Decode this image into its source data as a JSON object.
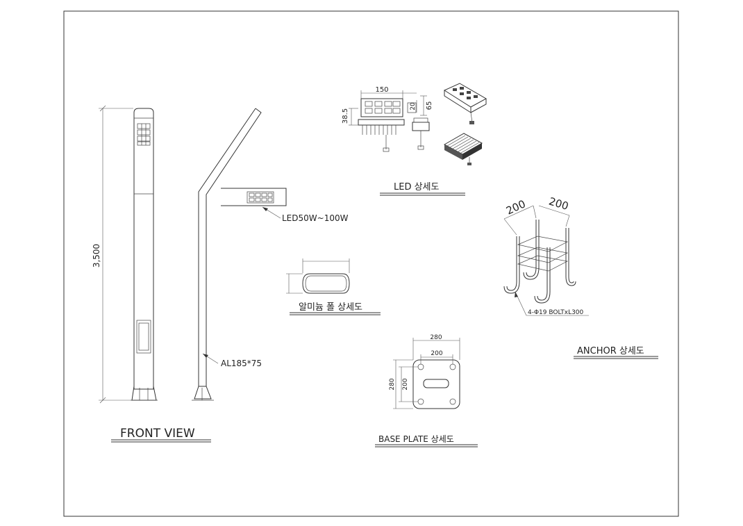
{
  "titles": {
    "front_view": "FRONT VIEW",
    "led_detail": "LED 상세도",
    "aluminum_pole_detail": "알미늄 폴 상세도",
    "base_plate_detail": "BASE PLATE  상세도",
    "anchor_detail": "ANCHOR 상세도"
  },
  "pole": {
    "height_dim": "3,500",
    "led_label": "LED50W~100W",
    "profile_label": "AL185*75"
  },
  "led": {
    "dim_width": "150",
    "dim_small": "20",
    "dim_height": "38.5",
    "dim_side": "65"
  },
  "base_plate": {
    "outer_width": "280",
    "inner_width": "200",
    "outer_height": "280",
    "inner_height": "200"
  },
  "anchor": {
    "dim_left": "200",
    "dim_right": "200",
    "bolt_label": "4-Φ19 BOLTxL300"
  }
}
